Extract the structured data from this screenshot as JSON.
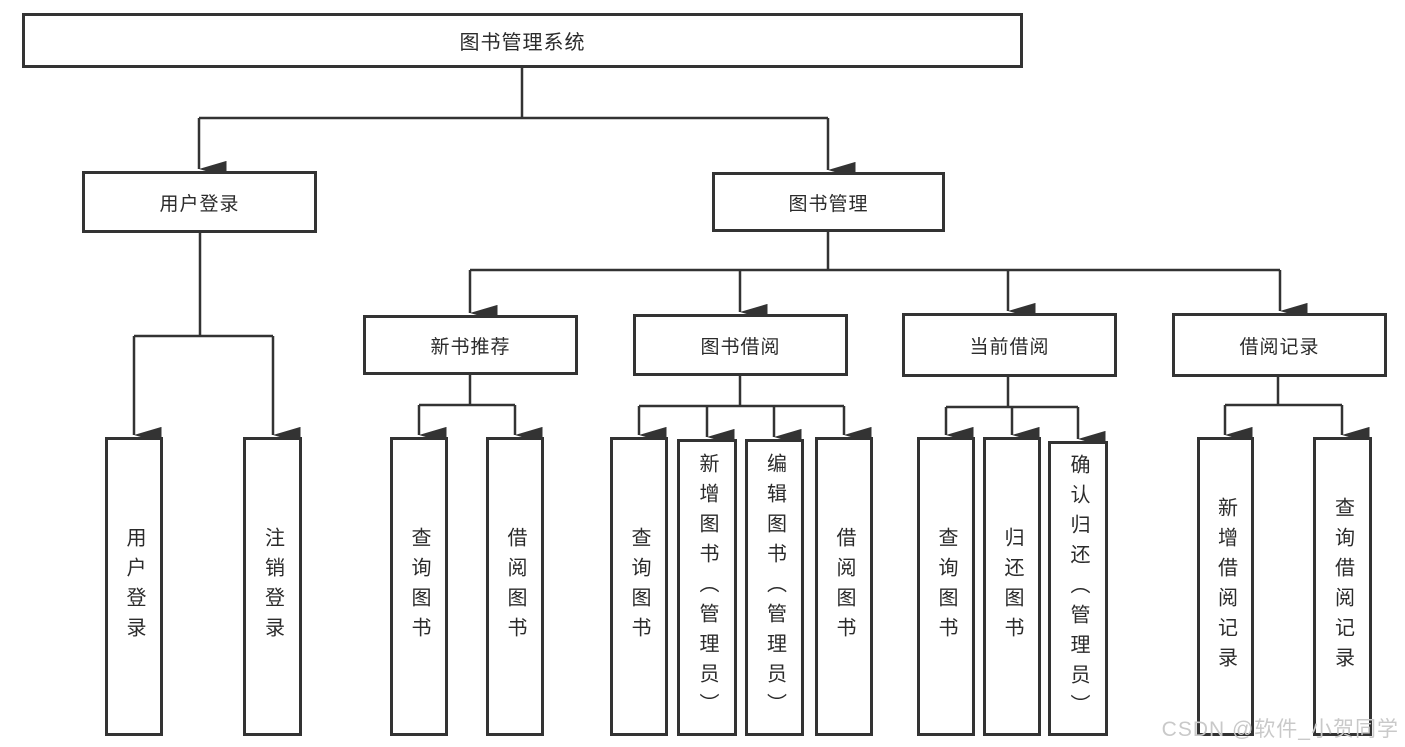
{
  "diagram": {
    "title": "图书管理系统",
    "root": {
      "label": "图书管理系统"
    },
    "level1": [
      {
        "label": "用户登录"
      },
      {
        "label": "图书管理"
      }
    ],
    "level2": [
      {
        "label": "新书推荐"
      },
      {
        "label": "图书借阅"
      },
      {
        "label": "当前借阅"
      },
      {
        "label": "借阅记录"
      }
    ],
    "leaves": [
      {
        "label": "用户登录",
        "parent": "用户登录"
      },
      {
        "label": "注销登录",
        "parent": "用户登录"
      },
      {
        "label": "查询图书",
        "parent": "新书推荐"
      },
      {
        "label": "借阅图书",
        "parent": "新书推荐"
      },
      {
        "label": "查询图书",
        "parent": "图书借阅"
      },
      {
        "label": "新增图书（管理员）",
        "parent": "图书借阅"
      },
      {
        "label": "编辑图书（管理员）",
        "parent": "图书借阅"
      },
      {
        "label": "借阅图书",
        "parent": "图书借阅"
      },
      {
        "label": "查询图书",
        "parent": "当前借阅"
      },
      {
        "label": "归还图书",
        "parent": "当前借阅"
      },
      {
        "label": "确认归还（管理员）",
        "parent": "当前借阅"
      },
      {
        "label": "新增借阅记录",
        "parent": "借阅记录"
      },
      {
        "label": "查询借阅记录",
        "parent": "借阅记录"
      }
    ]
  },
  "watermark": {
    "text": "CSDN @软件_小贺同学"
  },
  "colors": {
    "line": "#333333",
    "text": "#2b2b2b",
    "background": "#ffffff",
    "watermark": "#c9c9c9"
  }
}
